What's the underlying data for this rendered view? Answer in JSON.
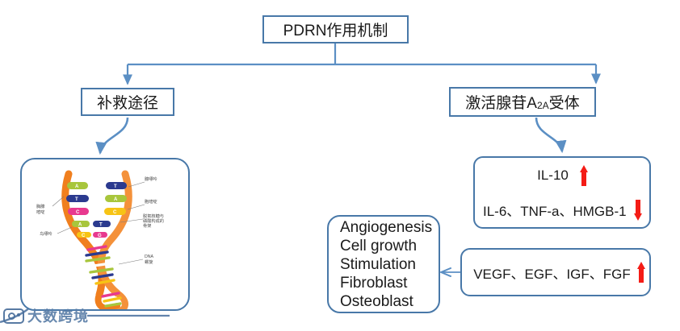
{
  "diagram": {
    "title_node": {
      "label": "PDRN作用机制"
    },
    "branches": {
      "left": {
        "label": "补救途径"
      },
      "right": {
        "label_prefix": "激活腺苷A",
        "label_sub": "2A",
        "label_suffix": "受体"
      }
    },
    "dna_panel": {
      "name": "DNA double helix illustration",
      "labels": {
        "adenine": "腺嘌呤",
        "cytosine": "胞嘧啶",
        "backbone_line1": "脱氧核糖与",
        "backbone_line2": "磷酸构成的",
        "backbone_line3": "骨架",
        "thymine_line1": "胸腺",
        "thymine_line2": "嘧啶",
        "guanine": "鸟嘌呤",
        "helix_line1": "DNA",
        "helix_line2": "螺旋"
      },
      "bases": [
        "A",
        "T",
        "C",
        "G"
      ],
      "colors": {
        "strand": "#f07f1e",
        "strand_light": "#f9a94a",
        "adenine": "#a8c63c",
        "thymine": "#2b3a8f",
        "cytosine": "#e8398f",
        "guanine": "#f7c415"
      }
    },
    "cytokine_node": {
      "rows": [
        {
          "label": "IL-10",
          "arrow": "up"
        },
        {
          "label": "IL-6、TNF-a、HMGB-1",
          "arrow": "down"
        }
      ]
    },
    "growth_node": {
      "label": "VEGF、EGF、IGF、FGF",
      "arrow": "up"
    },
    "outcomes_node": {
      "lines": [
        "Angiogenesis",
        "Cell growth",
        "Stimulation",
        "Fibroblast",
        "Osteoblast"
      ]
    },
    "watermark": {
      "text": "大数跨境"
    },
    "colors": {
      "connector": "#5b8fc4",
      "box_border": "#4878a8",
      "arrow_up": "#f41c16",
      "arrow_down": "#f41c16",
      "background": "#ffffff"
    }
  }
}
